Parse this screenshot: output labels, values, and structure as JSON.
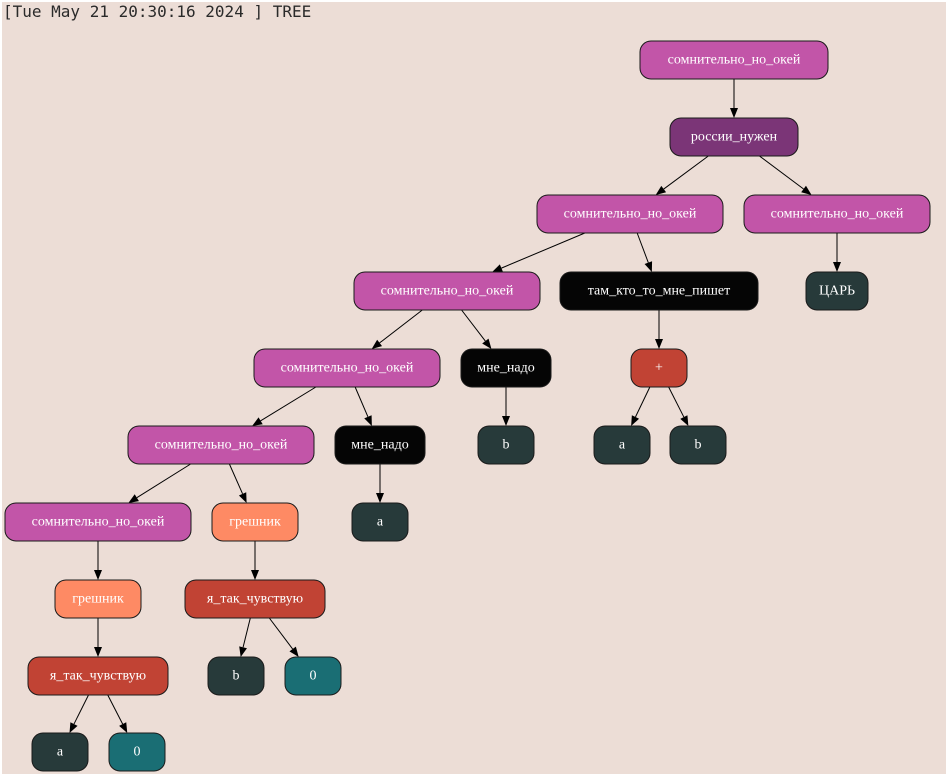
{
  "header": {
    "timestamp": "[Tue May 21 20:30:16 2024 ]",
    "mode": "TREE"
  },
  "colors": {
    "background": "#ecddd6",
    "magenta": "#c255a8",
    "purple": "#7b3577",
    "black": "#050505",
    "dark": "#273a3a",
    "red": "#c14334",
    "salmon": "#fe8a64",
    "teal": "#1a6e74"
  },
  "tree": {
    "nodes": [
      {
        "id": "n0",
        "label": "сомнительно_но_окей",
        "fill": "#c255a8",
        "text": "#ffffff"
      },
      {
        "id": "n1",
        "label": "россии_нужен",
        "fill": "#7b3577",
        "text": "#ffffff"
      },
      {
        "id": "n2",
        "label": "сомнительно_но_окей",
        "fill": "#c255a8",
        "text": "#ffffff"
      },
      {
        "id": "n3",
        "label": "сомнительно_но_окей",
        "fill": "#c255a8",
        "text": "#ffffff"
      },
      {
        "id": "n4",
        "label": "сомнительно_но_окей",
        "fill": "#c255a8",
        "text": "#ffffff"
      },
      {
        "id": "n5",
        "label": "там_кто_то_мне_пишет",
        "fill": "#050505",
        "text": "#ffffff"
      },
      {
        "id": "n6",
        "label": "ЦАРЬ",
        "fill": "#273a3a",
        "text": "#ffffff"
      },
      {
        "id": "n7",
        "label": "сомнительно_но_окей",
        "fill": "#c255a8",
        "text": "#ffffff"
      },
      {
        "id": "n8",
        "label": "мне_надо",
        "fill": "#050505",
        "text": "#ffffff"
      },
      {
        "id": "n9",
        "label": "+",
        "fill": "#c14334",
        "text": "#ffffff"
      },
      {
        "id": "n10",
        "label": "сомнительно_но_окей",
        "fill": "#c255a8",
        "text": "#ffffff"
      },
      {
        "id": "n11",
        "label": "мне_надо",
        "fill": "#050505",
        "text": "#ffffff"
      },
      {
        "id": "n12",
        "label": "b",
        "fill": "#273a3a",
        "text": "#ffffff"
      },
      {
        "id": "n13",
        "label": "a",
        "fill": "#273a3a",
        "text": "#ffffff"
      },
      {
        "id": "n14",
        "label": "b",
        "fill": "#273a3a",
        "text": "#ffffff"
      },
      {
        "id": "n15",
        "label": "сомнительно_но_окей",
        "fill": "#c255a8",
        "text": "#ffffff"
      },
      {
        "id": "n16",
        "label": "грешник",
        "fill": "#fe8a64",
        "text": "#ffffff"
      },
      {
        "id": "n17",
        "label": "a",
        "fill": "#273a3a",
        "text": "#ffffff"
      },
      {
        "id": "n18",
        "label": "грешник",
        "fill": "#fe8a64",
        "text": "#ffffff"
      },
      {
        "id": "n19",
        "label": "я_так_чувствую",
        "fill": "#c14334",
        "text": "#ffffff"
      },
      {
        "id": "n20",
        "label": "я_так_чувствую",
        "fill": "#c14334",
        "text": "#ffffff"
      },
      {
        "id": "n21",
        "label": "b",
        "fill": "#273a3a",
        "text": "#ffffff"
      },
      {
        "id": "n22",
        "label": "0",
        "fill": "#1a6e74",
        "text": "#ffffff"
      },
      {
        "id": "n23",
        "label": "a",
        "fill": "#273a3a",
        "text": "#ffffff"
      },
      {
        "id": "n24",
        "label": "0",
        "fill": "#1a6e74",
        "text": "#ffffff"
      }
    ],
    "edges": [
      [
        "n0",
        "n1"
      ],
      [
        "n1",
        "n2"
      ],
      [
        "n1",
        "n3"
      ],
      [
        "n2",
        "n4"
      ],
      [
        "n2",
        "n5"
      ],
      [
        "n3",
        "n6"
      ],
      [
        "n4",
        "n7"
      ],
      [
        "n4",
        "n8"
      ],
      [
        "n5",
        "n9"
      ],
      [
        "n7",
        "n10"
      ],
      [
        "n7",
        "n11"
      ],
      [
        "n8",
        "n12"
      ],
      [
        "n9",
        "n13"
      ],
      [
        "n9",
        "n14"
      ],
      [
        "n10",
        "n15"
      ],
      [
        "n10",
        "n16"
      ],
      [
        "n11",
        "n17"
      ],
      [
        "n15",
        "n18"
      ],
      [
        "n16",
        "n19"
      ],
      [
        "n18",
        "n20"
      ],
      [
        "n19",
        "n21"
      ],
      [
        "n19",
        "n22"
      ],
      [
        "n20",
        "n23"
      ],
      [
        "n20",
        "n24"
      ]
    ]
  }
}
